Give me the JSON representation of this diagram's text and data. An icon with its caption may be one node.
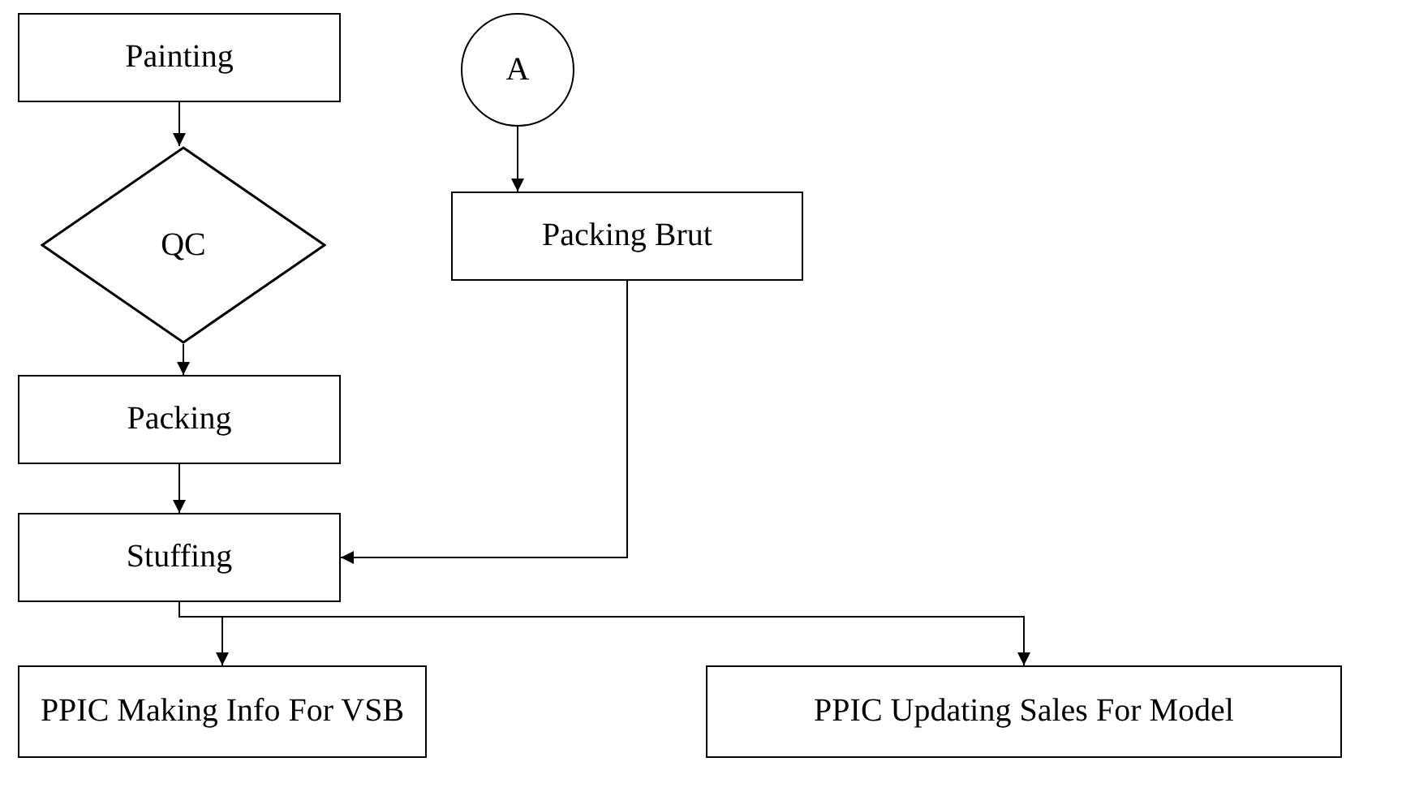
{
  "diagram": {
    "nodes": [
      {
        "text": [
          "Painting"
        ]
      },
      {
        "text": [
          "QC"
        ]
      },
      {
        "text": [
          "Packing"
        ]
      },
      {
        "text": [
          "Stuffing"
        ]
      },
      {
        "text": [
          "A"
        ]
      },
      {
        "text": [
          "Packing Brut"
        ]
      },
      {
        "text": [
          "PPIC Making Info For VSB"
        ]
      },
      {
        "text": [
          "PPIC Updating Sales For Model"
        ]
      }
    ],
    "edges": [
      {
        "from": 0,
        "to": 1,
        "arrow": "to"
      },
      {
        "from": 1,
        "to": 2,
        "arrow": "to"
      },
      {
        "from": 2,
        "to": 3,
        "arrow": "to"
      },
      {
        "from": 4,
        "to": 5,
        "arrow": "to"
      },
      {
        "from": 5,
        "to": 3,
        "arrow": "to"
      },
      {
        "from": 3,
        "to": 6,
        "arrow": "to"
      },
      {
        "from": 3,
        "to": 7,
        "arrow": "to"
      }
    ]
  }
}
